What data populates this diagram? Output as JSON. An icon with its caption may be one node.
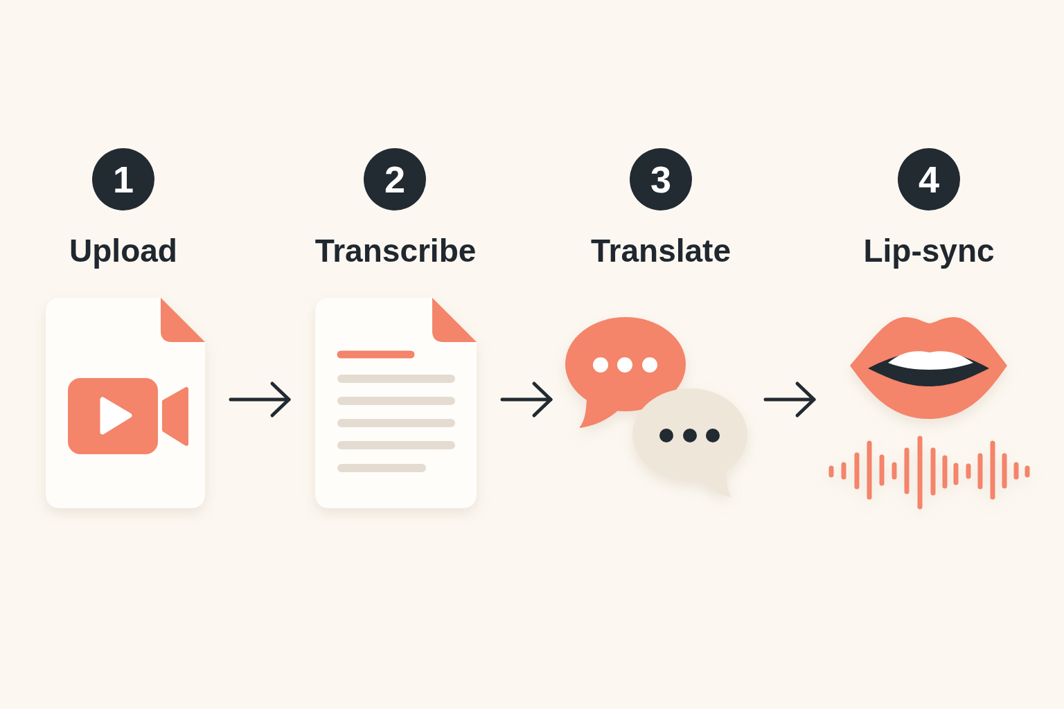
{
  "diagram": {
    "nodes": [
      {
        "text": [
          "1"
        ],
        "beside": [
          "Upload"
        ]
      },
      {
        "text": [],
        "shape": "picture"
      },
      {
        "text": [
          "2"
        ],
        "beside": [
          "Transcribe"
        ]
      },
      {
        "text": [],
        "shape": "picture"
      },
      {
        "text": [
          "3"
        ],
        "beside": [
          "Translate"
        ]
      },
      {
        "text": [],
        "shape": "picture"
      },
      {
        "text": [
          "4"
        ],
        "beside": [
          "Lip-sync"
        ]
      },
      {
        "text": [],
        "shape": "picture"
      }
    ],
    "edges": [
      {
        "from": 1,
        "to": 3,
        "arrow": "to"
      },
      {
        "from": 3,
        "to": 5,
        "arrow": "to"
      },
      {
        "from": 5,
        "to": 7,
        "arrow": "to"
      }
    ]
  }
}
